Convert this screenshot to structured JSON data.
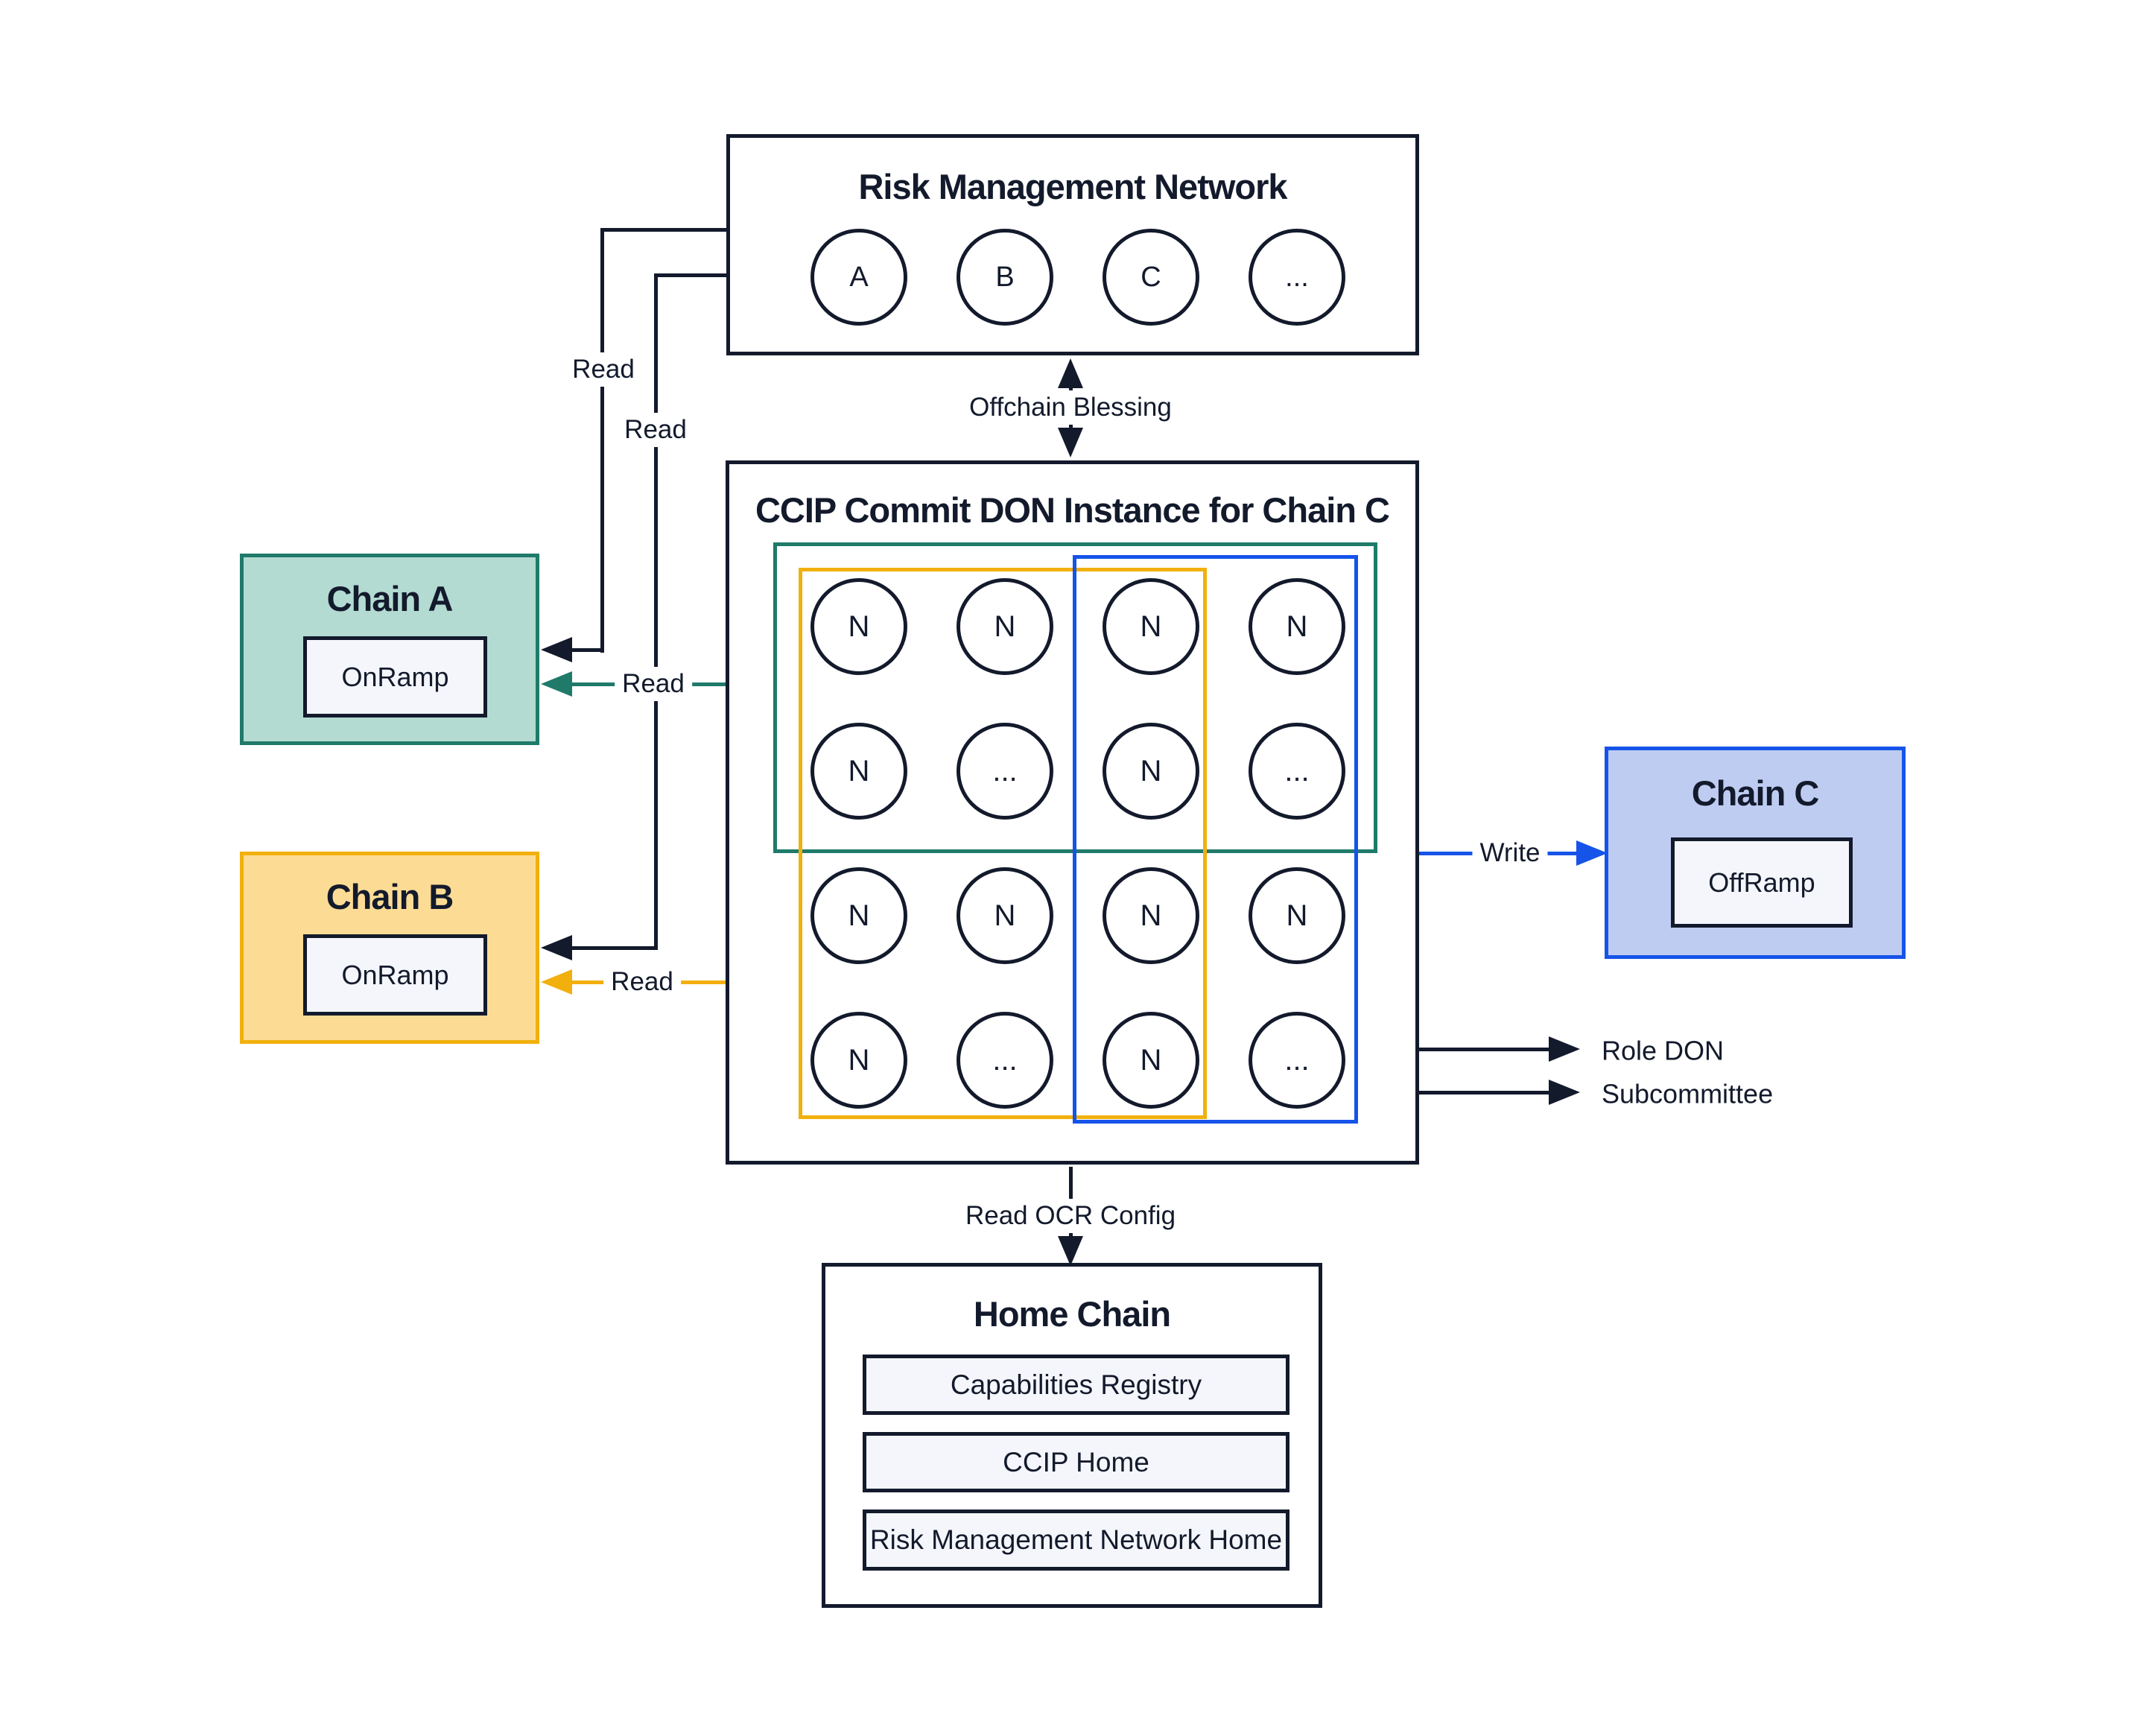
{
  "colors": {
    "ink": "#131a2c",
    "teal_border": "#1f7a6a",
    "teal_fill": "#b3dbd2",
    "amber_border": "#f2b00e",
    "amber_fill": "#fcdc95",
    "blue_border": "#1553e9",
    "blue_fill": "#bfccf2",
    "panel_fill": "#f4f6fb",
    "background": "#ffffff"
  },
  "rmn": {
    "title": "Risk Management Network",
    "nodes": [
      "A",
      "B",
      "C",
      "..."
    ]
  },
  "don": {
    "title": "CCIP Commit DON Instance for Chain C",
    "grid": [
      [
        "N",
        "N",
        "N",
        "N"
      ],
      [
        "N",
        "...",
        "N",
        "..."
      ],
      [
        "N",
        "N",
        "N",
        "N"
      ],
      [
        "N",
        "...",
        "N",
        "..."
      ]
    ]
  },
  "chain_a": {
    "title": "Chain A",
    "contract": "OnRamp"
  },
  "chain_b": {
    "title": "Chain B",
    "contract": "OnRamp"
  },
  "chain_c": {
    "title": "Chain C",
    "contract": "OffRamp"
  },
  "home": {
    "title": "Home Chain",
    "contracts": [
      "Capabilities Registry",
      "CCIP Home",
      "Risk Management Network Home"
    ]
  },
  "labels": {
    "read_rmn_chain_a": "Read",
    "read_rmn_chain_b": "Read",
    "read_don_chain_a": "Read",
    "read_don_chain_b": "Read",
    "offchain_blessing": "Offchain Blessing",
    "write": "Write",
    "role_don": "Role DON",
    "subcommittee": "Subcommittee",
    "read_ocr_config": "Read OCR Config"
  }
}
